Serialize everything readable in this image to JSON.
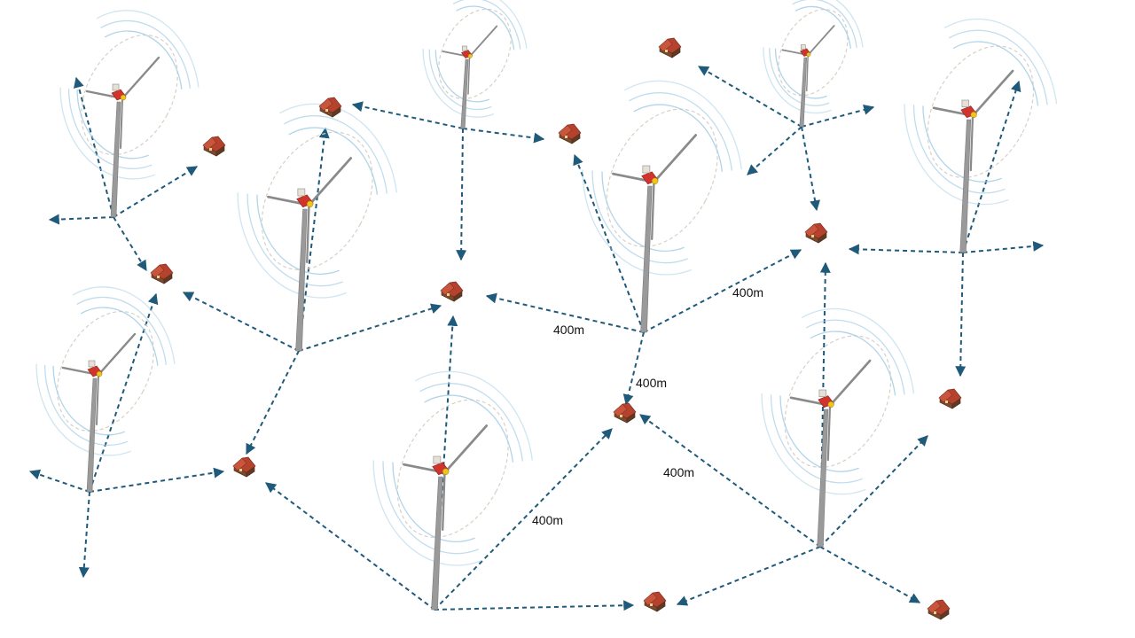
{
  "diagram": {
    "distance_labels": [
      "400m",
      "400m",
      "400m",
      "400m",
      "400m"
    ],
    "icons": {
      "turbine": "wind-turbine-icon",
      "house": "house-icon",
      "noise": "sound-wave-icon",
      "link": "dashed-arrow"
    },
    "colors": {
      "arrow": "#1f5a7a",
      "noise_wave": "#9fcbe4",
      "rotor_path": "#d9cfc4",
      "tower": "#9a9a9a",
      "nacelle": "#d0342c",
      "hub": "#f0c419",
      "roof": "#b5422d",
      "wall": "#7a4a2e"
    }
  }
}
